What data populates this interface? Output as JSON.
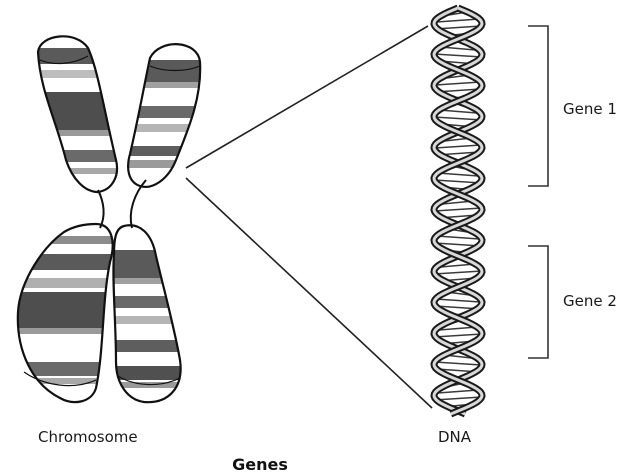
{
  "labels": {
    "chromosome": "Chromosome",
    "dna": "DNA",
    "gene_1": "Gene 1",
    "gene_2": "Gene 2"
  },
  "caption": "Genes",
  "colors": {
    "outline": "#111111",
    "band_dark": "#5a5a5a",
    "band_mid": "#8c8c8c",
    "band_light": "#bdbdbd",
    "background": "#ffffff"
  }
}
